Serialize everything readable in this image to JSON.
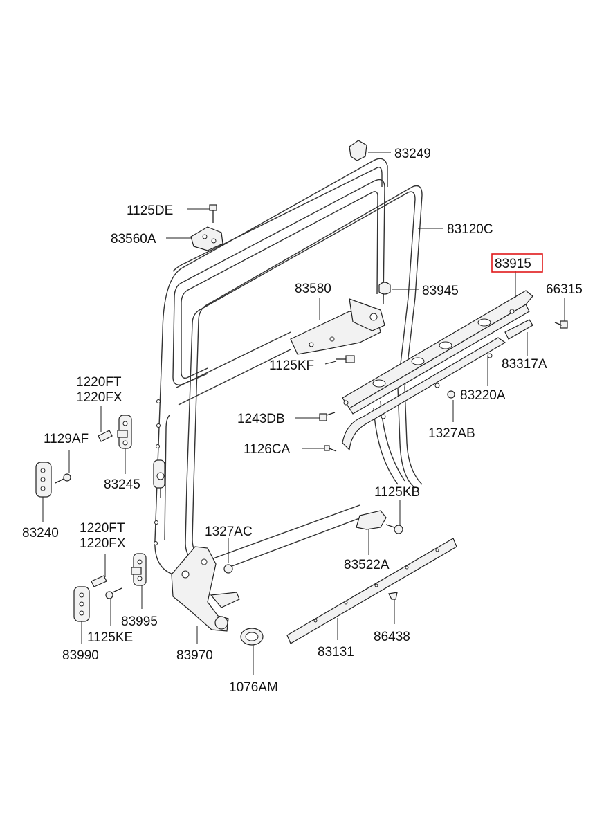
{
  "diagram": {
    "highlight_color": "#e0191b",
    "highlighted_part": "83915",
    "labels": {
      "p83249": "83249",
      "p1125DE": "1125DE",
      "p83560A": "83560A",
      "p83120C": "83120C",
      "p83915": "83915",
      "p83580": "83580",
      "p83945": "83945",
      "p66315": "66315",
      "p1125KF": "1125KF",
      "p83317A": "83317A",
      "p1220FT_a": "1220FT",
      "p1220FX_a": "1220FX",
      "p83220A": "83220A",
      "p1243DB": "1243DB",
      "p1327AB": "1327AB",
      "p1129AF": "1129AF",
      "p1126CA": "1126CA",
      "p83245": "83245",
      "p1125KB": "1125KB",
      "p83240": "83240",
      "p1220FT_b": "1220FT",
      "p1327AC": "1327AC",
      "p1220FX_b": "1220FX",
      "p83522A": "83522A",
      "p83995": "83995",
      "p1125KE": "1125KE",
      "p86438": "86438",
      "p83990": "83990",
      "p83970": "83970",
      "p83131": "83131",
      "p1076AM": "1076AM"
    }
  }
}
